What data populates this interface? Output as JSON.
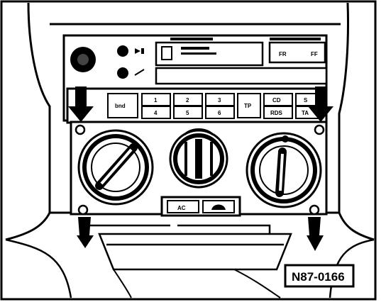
{
  "figure": {
    "reference_number": "N87-0166"
  },
  "radio": {
    "preset_top": [
      "1",
      "2",
      "3"
    ],
    "preset_bottom": [
      "4",
      "5",
      "6"
    ],
    "tp_label": "TP",
    "cd_label": "CD",
    "rds_label": "RDS",
    "right_top_label": "S",
    "right_bottom_label": "TA",
    "fr_label": "FR",
    "ff_label": "FF",
    "band_label": "bnd"
  },
  "climate": {
    "ac_label": "AC"
  },
  "colors": {
    "ink": "#000000",
    "paper": "#ffffff"
  }
}
